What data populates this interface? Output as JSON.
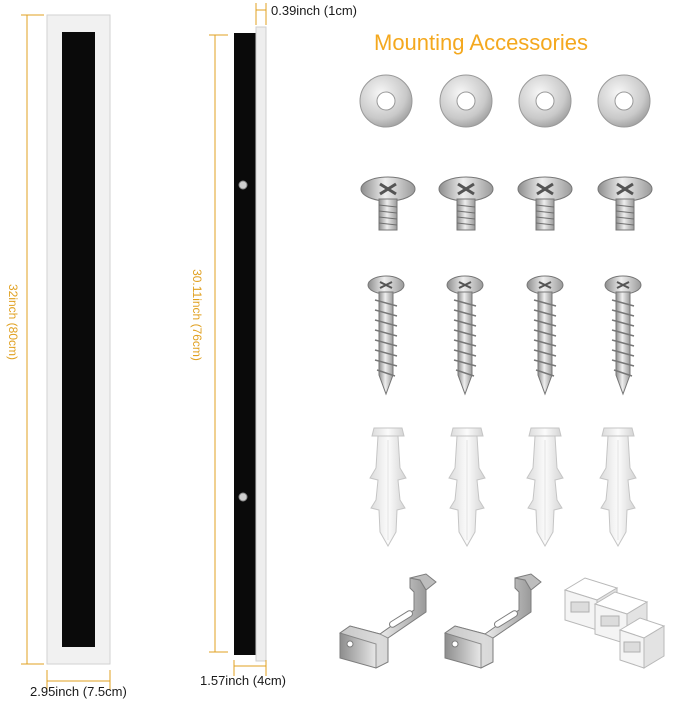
{
  "accessories_title": "Mounting Accessories",
  "dimensions": {
    "length_outer": "32inch (80cm)",
    "length_inner": "30.11inch (76cm)",
    "width_front": "2.95inch (7.5cm)",
    "width_side": "1.57inch (4cm)",
    "thickness": "0.39inch (1cm)"
  },
  "colors": {
    "accent": "#f4a81e",
    "panel_black": "#0a0a0a",
    "frame_silver": "#e8e8e8"
  },
  "accessory_rows": [
    {
      "item": "washer-icon",
      "count": 4
    },
    {
      "item": "machine-screw-icon",
      "count": 4
    },
    {
      "item": "wood-screw-icon",
      "count": 4
    },
    {
      "item": "wall-anchor-icon",
      "count": 4
    }
  ],
  "brackets": {
    "item": "mounting-bracket-icon",
    "count": 2
  },
  "connectors": {
    "item": "wire-connector-icon",
    "count": 3
  }
}
